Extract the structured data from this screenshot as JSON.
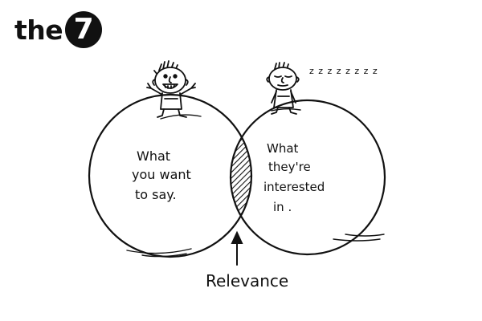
{
  "logo": {
    "text": "the",
    "badge": "7"
  },
  "diagram": {
    "left_circle_label": [
      "What",
      "you want",
      "to say."
    ],
    "right_circle_label": [
      "What",
      "they're",
      "interested",
      "in ."
    ],
    "sleep_text": "z z z z z z z z",
    "overlap_label": "Relevance"
  },
  "icons": [
    "person-talking-icon",
    "person-sleeping-icon",
    "arrow-up-icon"
  ]
}
